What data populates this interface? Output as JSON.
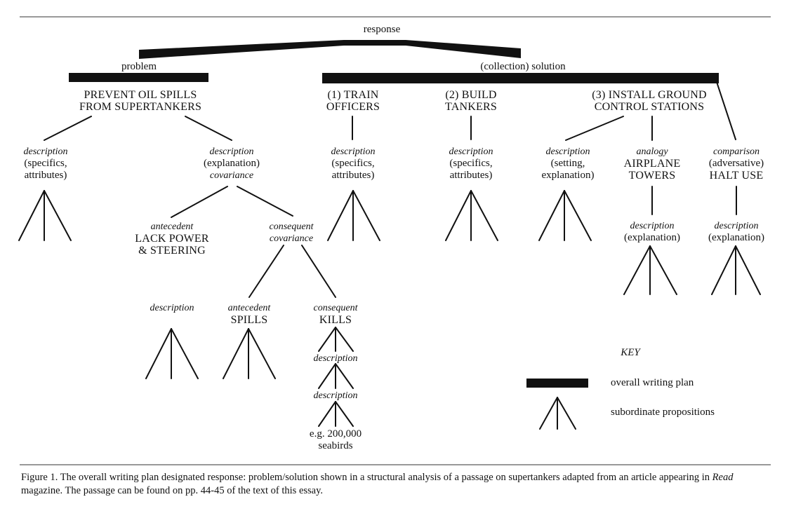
{
  "labels": {
    "response": "response",
    "problem": "problem",
    "solution": "(collection) solution",
    "prevent_1": "PREVENT OIL SPILLS",
    "prevent_2": "FROM SUPERTANKERS",
    "desc_a_1": "description",
    "desc_a_2": "(specifics,",
    "desc_a_3": "attributes)",
    "desc_b_1": "description",
    "desc_b_2": "(explanation)",
    "desc_b_3": "covariance",
    "ante1_1": "antecedent",
    "ante1_2": "LACK POWER",
    "ante1_3": "& STEERING",
    "cons1_1": "consequent",
    "cons1_2": "covariance",
    "desc_c": "description",
    "ante2_1": "antecedent",
    "ante2_2": "SPILLS",
    "cons2_1": "consequent",
    "cons2_2": "KILLS",
    "kills_desc1": "description",
    "kills_desc2": "description",
    "eg_1": "e.g. 200,000",
    "eg_2": "seabirds",
    "train_1": "(1) TRAIN",
    "train_2": "OFFICERS",
    "desc_t_1": "description",
    "desc_t_2": "(specifics,",
    "desc_t_3": "attributes)",
    "build_1": "(2) BUILD",
    "build_2": "TANKERS",
    "desc_bu_1": "description",
    "desc_bu_2": "(specifics,",
    "desc_bu_3": "attributes)",
    "install_1": "(3) INSTALL GROUND",
    "install_2": "CONTROL STATIONS",
    "desc_s_1": "description",
    "desc_s_2": "(setting,",
    "desc_s_3": "explanation)",
    "analogy_1": "analogy",
    "analogy_2": "AIRPLANE",
    "analogy_3": "TOWERS",
    "desc_an_1": "description",
    "desc_an_2": "(explanation)",
    "comp_1": "comparison",
    "comp_2": "(adversative)",
    "comp_3": "HALT USE",
    "desc_co_1": "description",
    "desc_co_2": "(explanation)"
  },
  "key": {
    "title": "KEY",
    "bar_label": "overall writing plan",
    "tri_label": "subordinate propositions"
  },
  "caption": {
    "part1": "Figure 1. The overall writing plan designated response: problem/solution shown in a structural analysis of a passage on supertankers adapted from an article appearing in ",
    "italic": "Read",
    "part2": " magazine. The passage can be found on pp. 44-45 of the text of this essay."
  }
}
